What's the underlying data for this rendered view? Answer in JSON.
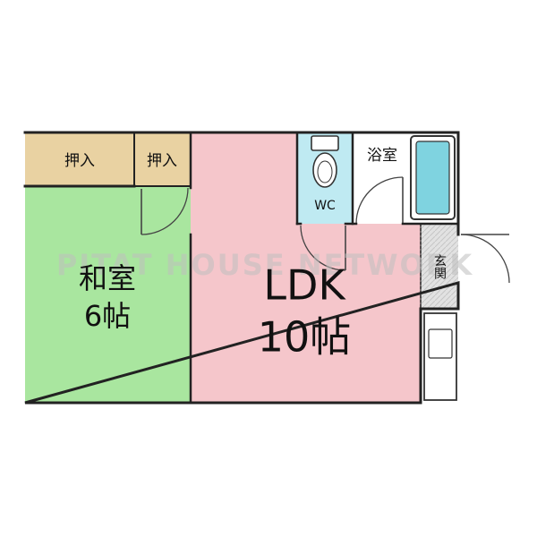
{
  "watermark": "PITAT HOUSE NETWORK",
  "rooms": {
    "washitsu": {
      "name": "和室",
      "size": "6帖"
    },
    "ldk": {
      "name": "LDK",
      "size": "10帖"
    },
    "closet1": {
      "name": "押入"
    },
    "closet2": {
      "name": "押入"
    },
    "wc": {
      "name": "WC"
    },
    "bath": {
      "name": "浴室"
    },
    "genkan": {
      "name": "玄関"
    }
  },
  "colors": {
    "washitsu": "#a9e69f",
    "ldk": "#f5c6cb",
    "closet": "#e9d2a2",
    "wc": "#bfeaf2",
    "bath_tub": "#7fd3e0",
    "genkan": "#dcdcdc",
    "wall": "#222222"
  }
}
